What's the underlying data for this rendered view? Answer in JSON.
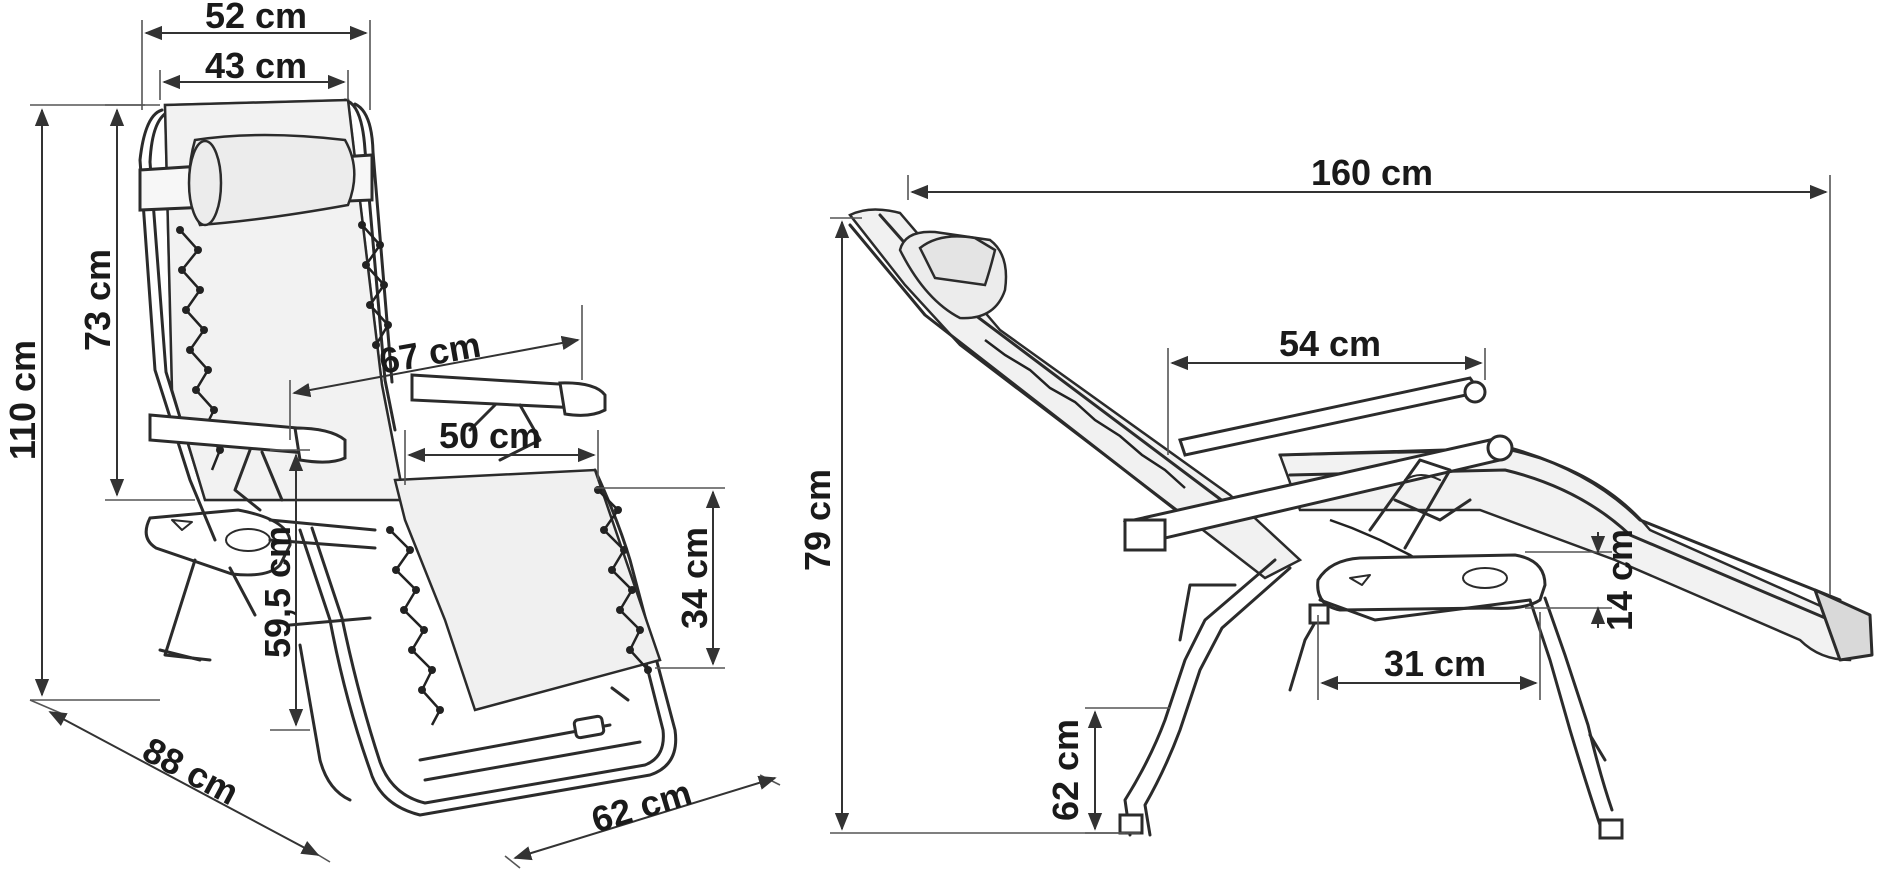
{
  "diagram": {
    "front_view": {
      "width_outer": "52 cm",
      "width_inner": "43 cm",
      "backrest_height": "73 cm",
      "total_height": "110 cm",
      "armrest_span": "67 cm",
      "seat_width": "50 cm",
      "seat_depth_height": "34 cm",
      "armrest_height": "59,5 cm",
      "base_depth": "88 cm",
      "base_width": "62 cm"
    },
    "side_view": {
      "total_length": "160 cm",
      "armrest_length": "54 cm",
      "total_height": "79 cm",
      "tray_height": "14 cm",
      "tray_length": "31 cm",
      "seat_height": "62 cm"
    }
  }
}
